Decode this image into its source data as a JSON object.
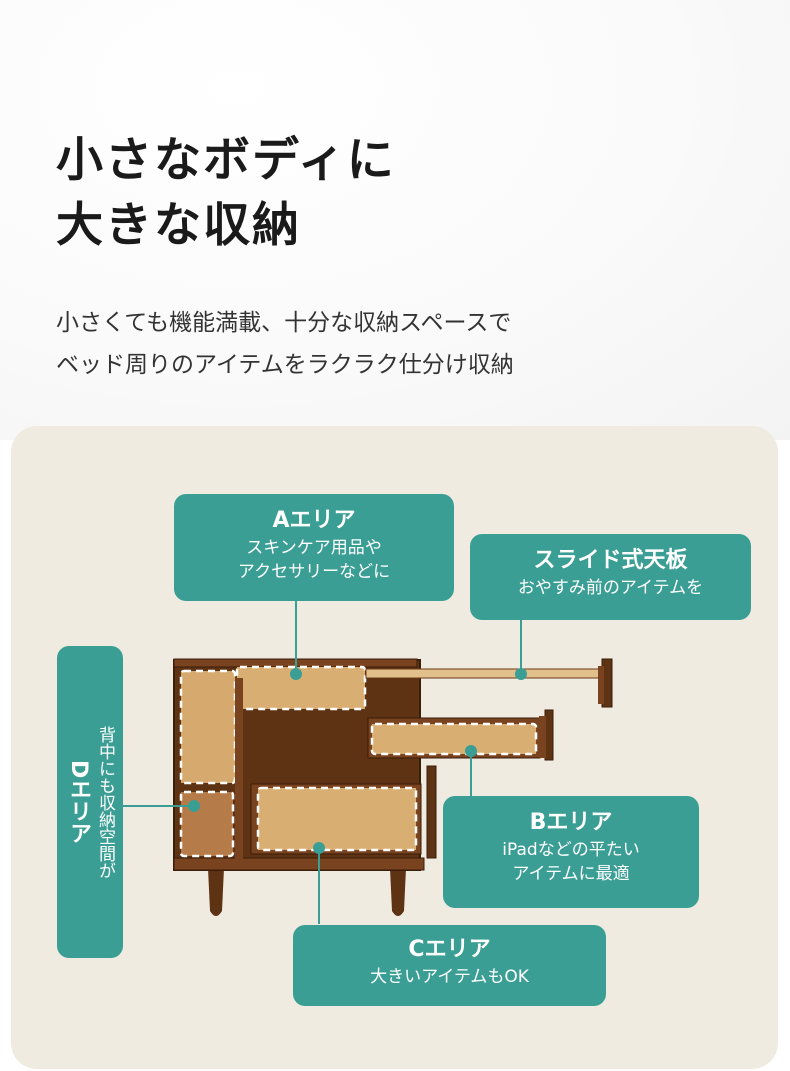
{
  "header": {
    "title_line1": "小さなボディに",
    "title_line2": "大きな収納",
    "subtitle_line1": "小さくても機能満載、十分な収納スペースで",
    "subtitle_line2": "ベッド周りのアイテムをラクラク仕分け収納"
  },
  "areas": {
    "a": {
      "title": "Aエリア",
      "desc_line1": "スキンケア用品や",
      "desc_line2": "アクセサリーなどに"
    },
    "slide": {
      "title": "スライド式天板",
      "desc": "おやすみ前のアイテムを"
    },
    "b": {
      "title": "Bエリア",
      "desc_line1": "iPadなどの平たい",
      "desc_line2": "アイテムに最適"
    },
    "c": {
      "title": "Cエリア",
      "desc": "大きいアイテムもOK"
    },
    "d": {
      "desc_before": "背中にも収納空間が",
      "title": "Dエリア"
    }
  },
  "colors": {
    "accent": "#3a9e94",
    "panel_bg": "#efebe1",
    "wood_dark": "#5e3314",
    "wood_light": "#d9ae73",
    "text_dark": "#1a1a1a"
  }
}
